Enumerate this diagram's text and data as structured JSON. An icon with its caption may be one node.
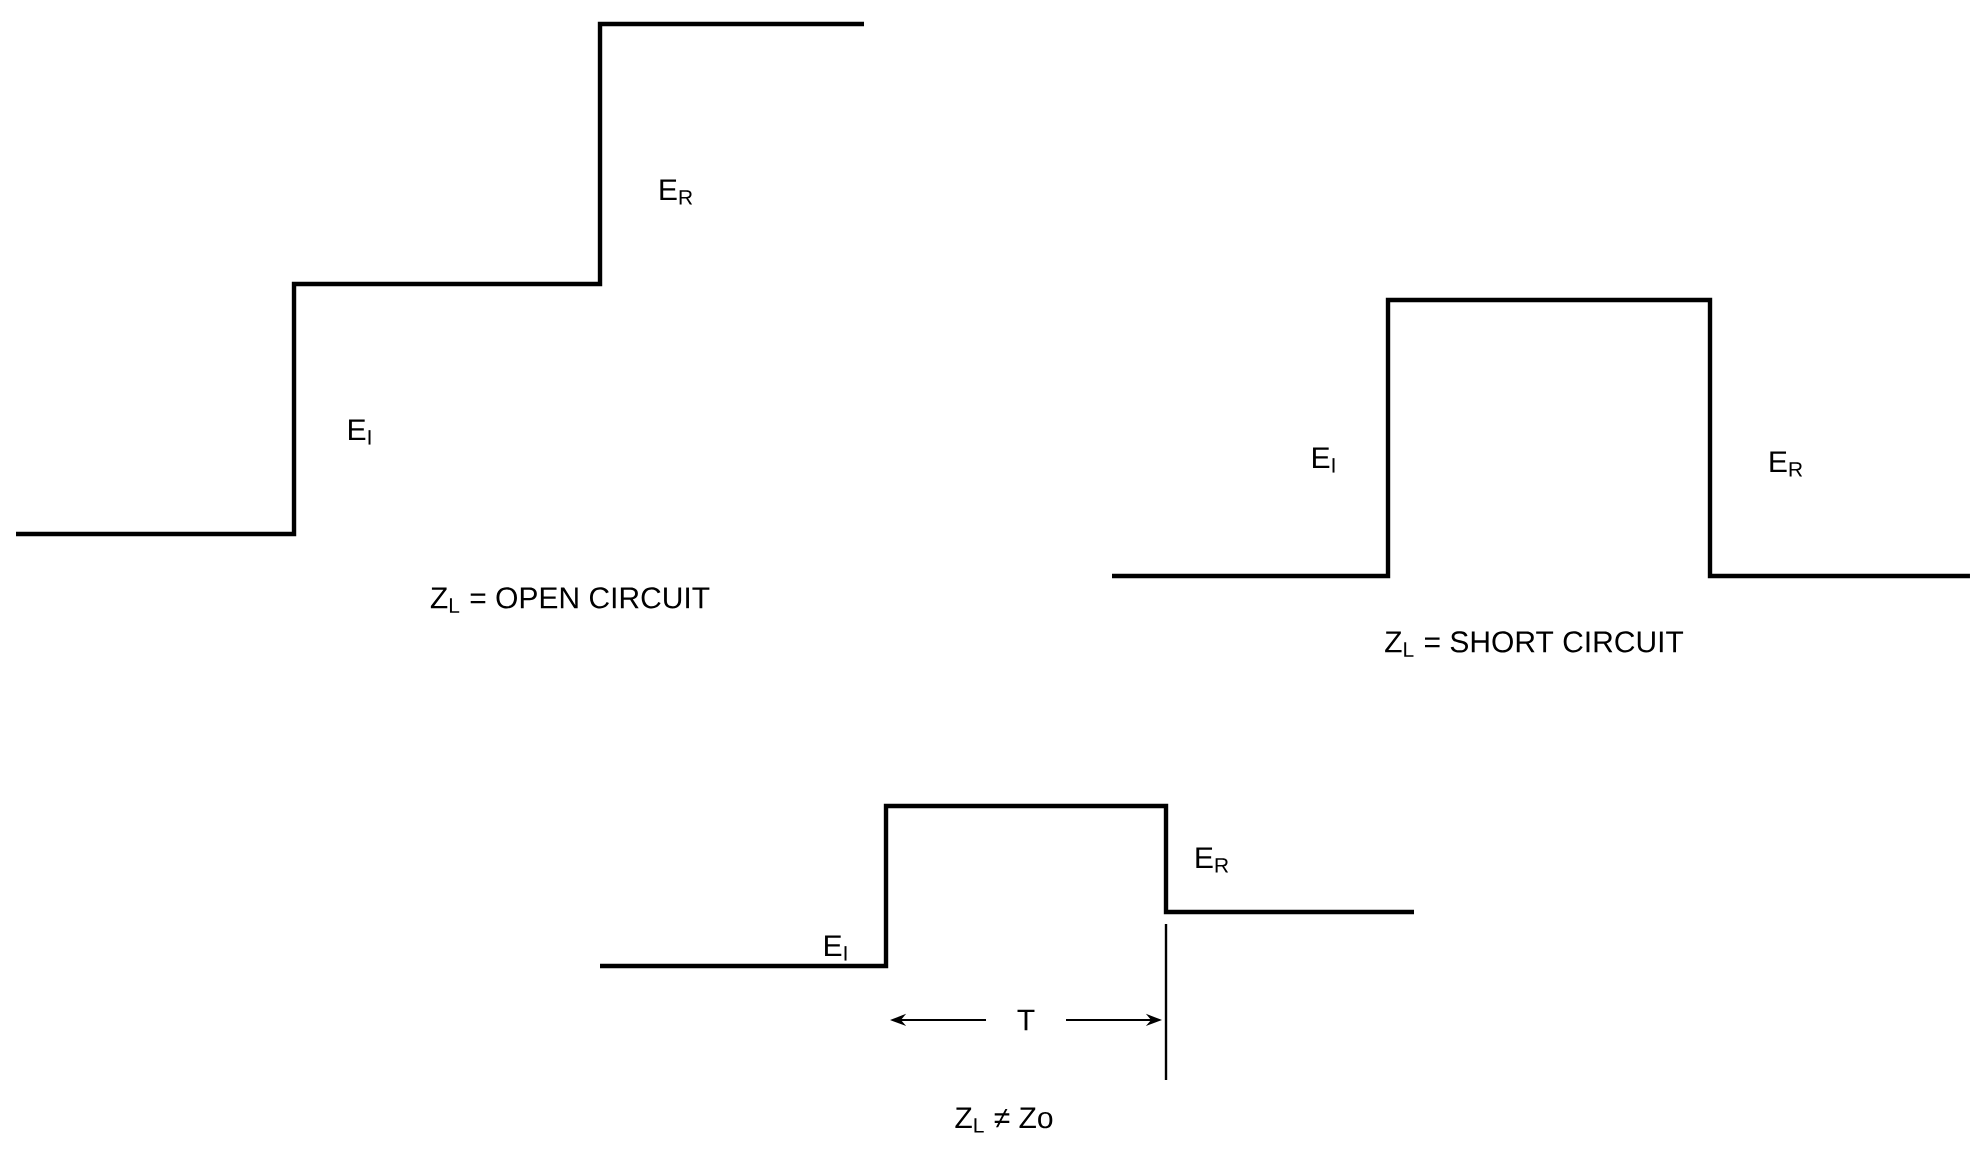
{
  "diagram": {
    "labels": [
      "E$_{R}$",
      "E$_{I}$",
      "Z$_{L}$ = OPEN CIRCUIT",
      "E$_{I}$",
      "E$_{R}$",
      "Z$_{L}$ = SHORT CIRCUIT",
      "E$_{R}$",
      "E$_{I}$",
      "T",
      "Z$_{L}$ ≠ Zo"
    ]
  }
}
